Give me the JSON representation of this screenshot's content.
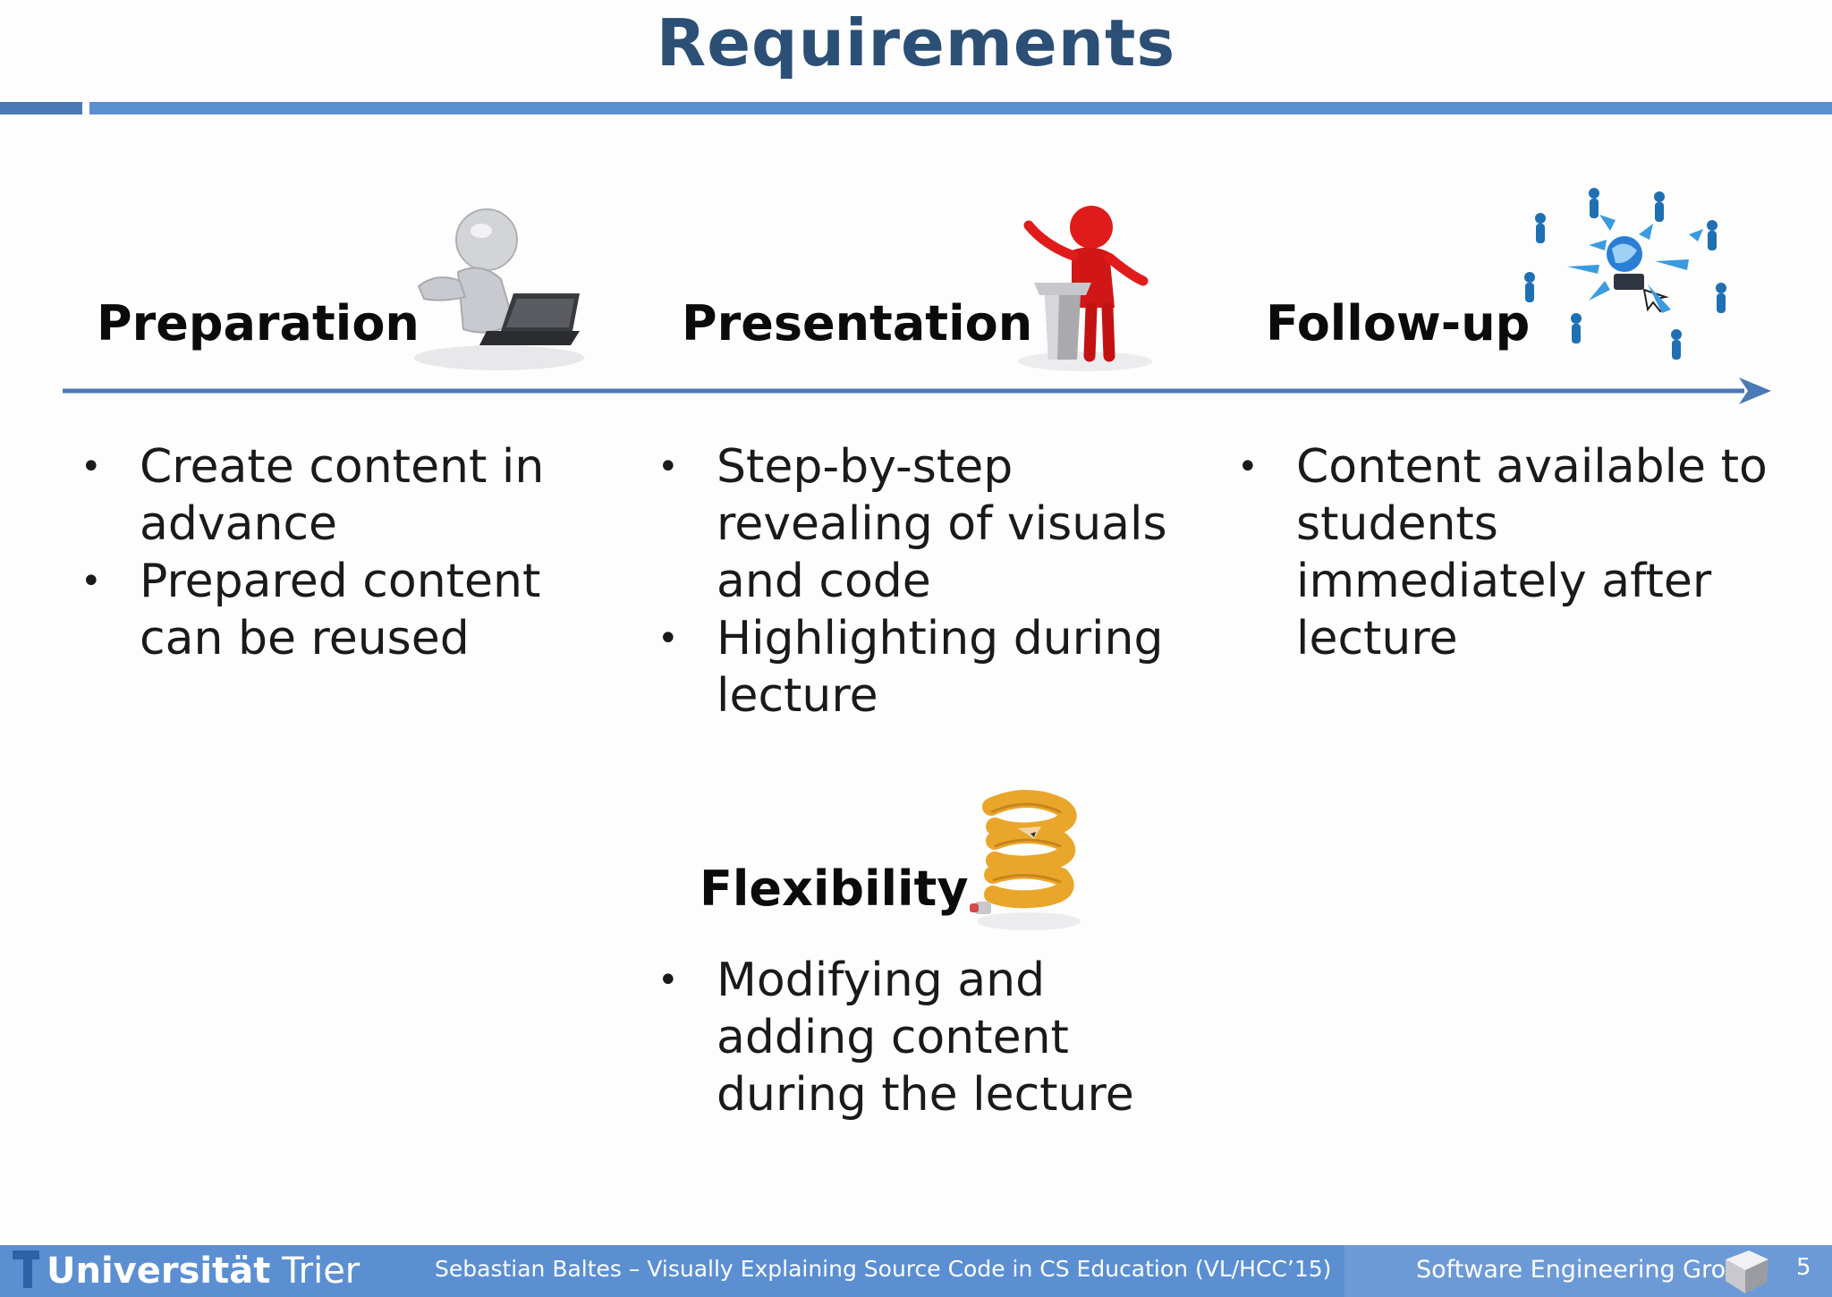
{
  "slide": {
    "title": "Requirements"
  },
  "sections": {
    "preparation": {
      "heading": "Preparation",
      "bullets": [
        "Create content in advance",
        "Prepared content can be reused"
      ]
    },
    "presentation": {
      "heading": "Presentation",
      "bullets": [
        "Step-by-step revealing of visuals and code",
        "Highlighting during lecture"
      ]
    },
    "follow_up": {
      "heading": "Follow-up",
      "bullets": [
        "Content available to students immediately after lecture"
      ]
    },
    "flexibility": {
      "heading": "Flexibility",
      "bullets": [
        "Modifying and adding content during the lecture"
      ]
    }
  },
  "illustrations": {
    "preparation": "laptop-figure-icon",
    "presentation": "presenter-at-podium-icon",
    "follow_up": "network-sharing-icon",
    "flexibility": "coiled-pencil-icon"
  },
  "footer": {
    "university_bold": "Universität",
    "university_rest": "Trier",
    "center_text": "Sebastian Baltes – Visually Explaining Source Code in CS Education (VL/HCC’15)",
    "group": "Software Engineering Group",
    "page_number": "5"
  },
  "colors": {
    "title": "#2c4f76",
    "bar": "#5b8fd2",
    "arrow": "#4a79b3",
    "presenter": "#e01b1b",
    "network_people": "#1f6fb3",
    "pencil": "#e9a62a"
  }
}
